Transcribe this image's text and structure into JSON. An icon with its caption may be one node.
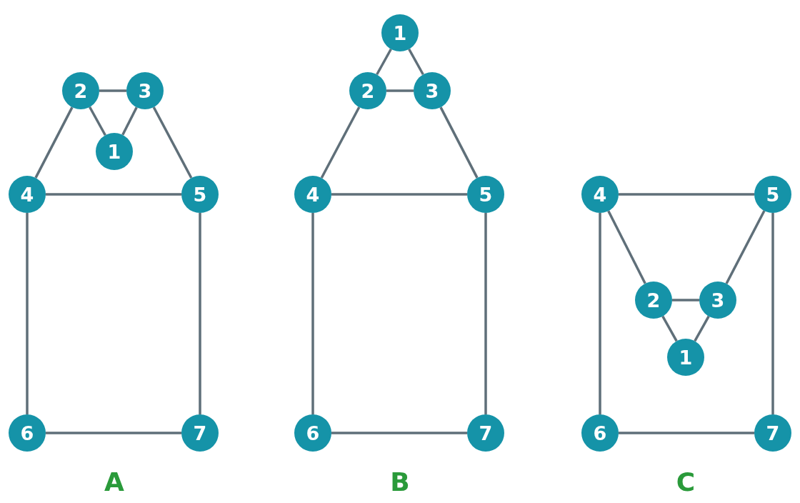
{
  "diagram": {
    "nodes": [
      {
        "text": [
          "1"
        ]
      },
      {
        "text": [
          "2"
        ]
      },
      {
        "text": [
          "3"
        ]
      },
      {
        "text": [
          "4"
        ]
      },
      {
        "text": [
          "5"
        ]
      },
      {
        "text": [
          "6"
        ]
      },
      {
        "text": [
          "7"
        ]
      },
      {
        "text": [
          "1"
        ]
      },
      {
        "text": [
          "2"
        ]
      },
      {
        "text": [
          "3"
        ]
      },
      {
        "text": [
          "4"
        ]
      },
      {
        "text": [
          "5"
        ]
      },
      {
        "text": [
          "6"
        ]
      },
      {
        "text": [
          "7"
        ]
      },
      {
        "text": [
          "4"
        ]
      },
      {
        "text": [
          "5"
        ]
      },
      {
        "text": [
          "2"
        ]
      },
      {
        "text": [
          "3"
        ]
      },
      {
        "text": [
          "1"
        ]
      },
      {
        "text": [
          "6"
        ]
      },
      {
        "text": [
          "7"
        ]
      }
    ],
    "edges": [
      {
        "from": 1,
        "to": 2,
        "arrow": "none"
      },
      {
        "from": 1,
        "to": 0,
        "arrow": "none"
      },
      {
        "from": 2,
        "to": 0,
        "arrow": "none"
      },
      {
        "from": 1,
        "to": 3,
        "arrow": "none"
      },
      {
        "from": 2,
        "to": 4,
        "arrow": "none"
      },
      {
        "from": 3,
        "to": 4,
        "arrow": "none"
      },
      {
        "from": 3,
        "to": 5,
        "arrow": "none"
      },
      {
        "from": 4,
        "to": 6,
        "arrow": "none"
      },
      {
        "from": 5,
        "to": 6,
        "arrow": "none"
      },
      {
        "from": 7,
        "to": 8,
        "arrow": "none"
      },
      {
        "from": 7,
        "to": 9,
        "arrow": "none"
      },
      {
        "from": 8,
        "to": 9,
        "arrow": "none"
      },
      {
        "from": 8,
        "to": 10,
        "arrow": "none"
      },
      {
        "from": 9,
        "to": 11,
        "arrow": "none"
      },
      {
        "from": 10,
        "to": 11,
        "arrow": "none"
      },
      {
        "from": 10,
        "to": 12,
        "arrow": "none"
      },
      {
        "from": 11,
        "to": 13,
        "arrow": "none"
      },
      {
        "from": 12,
        "to": 13,
        "arrow": "none"
      },
      {
        "from": 14,
        "to": 15,
        "arrow": "none"
      },
      {
        "from": 14,
        "to": 16,
        "arrow": "none"
      },
      {
        "from": 15,
        "to": 17,
        "arrow": "none"
      },
      {
        "from": 16,
        "to": 17,
        "arrow": "none"
      },
      {
        "from": 16,
        "to": 18,
        "arrow": "none"
      },
      {
        "from": 17,
        "to": 18,
        "arrow": "none"
      },
      {
        "from": 14,
        "to": 19,
        "arrow": "none"
      },
      {
        "from": 15,
        "to": 20,
        "arrow": "none"
      },
      {
        "from": 19,
        "to": 20,
        "arrow": "none"
      }
    ],
    "labels": [
      "A",
      "B",
      "C"
    ]
  }
}
